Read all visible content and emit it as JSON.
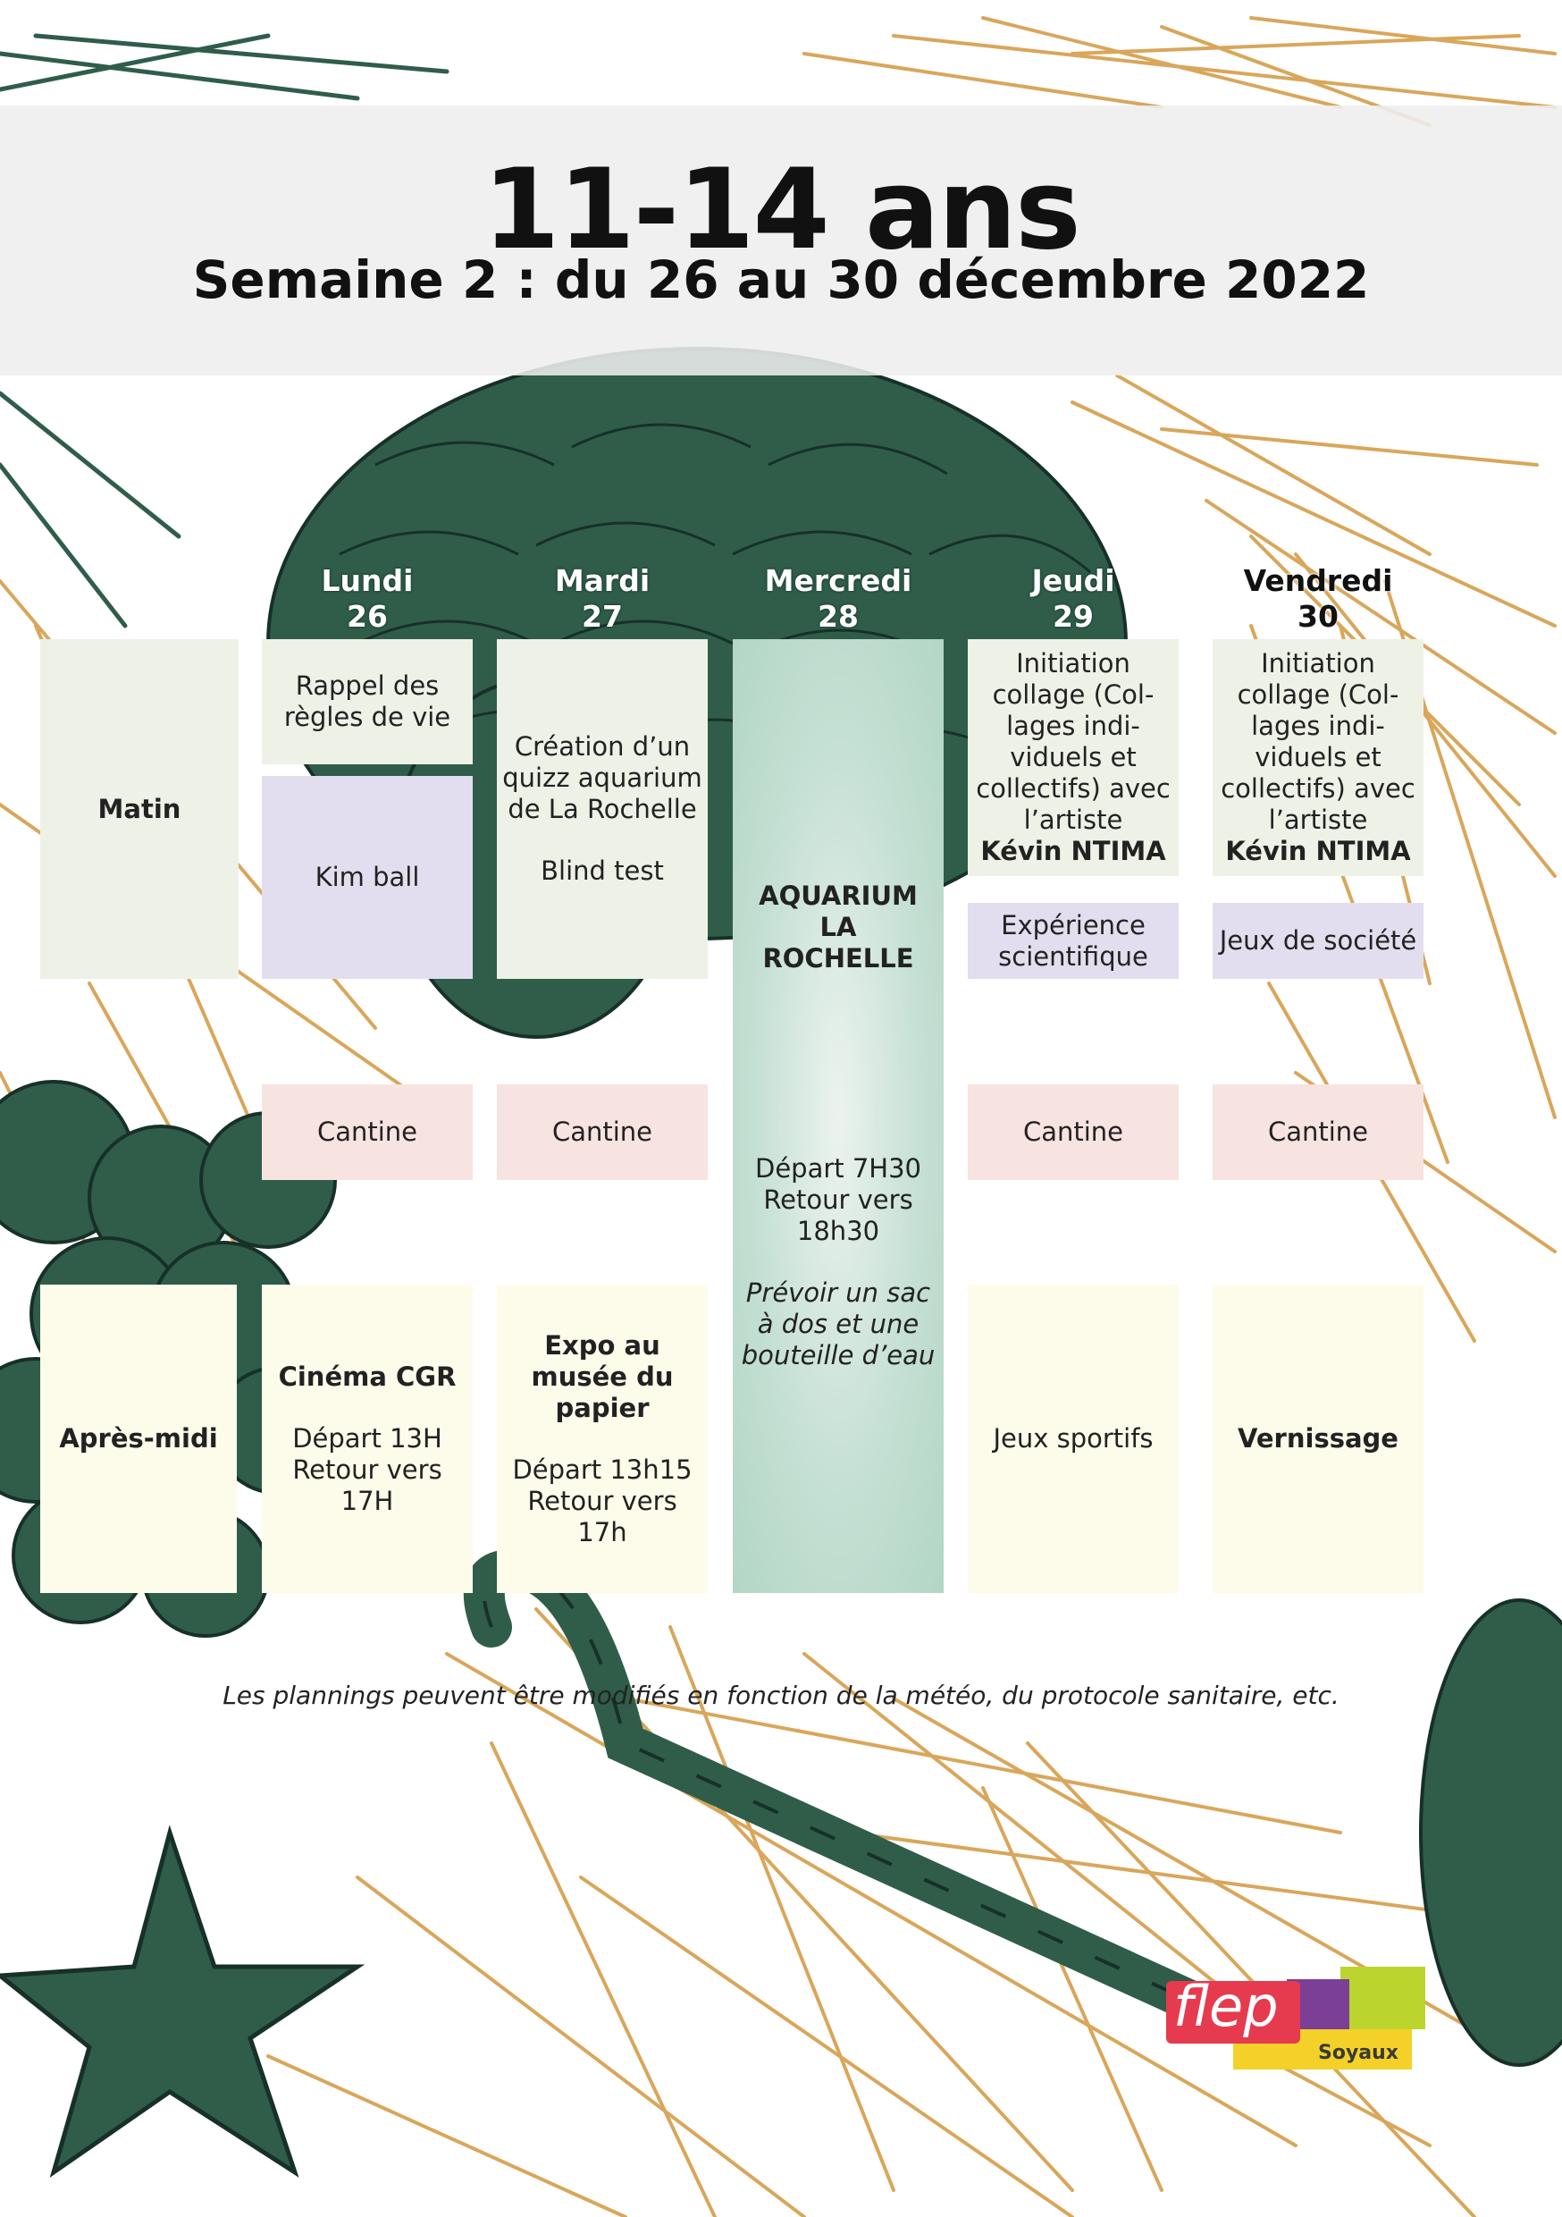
{
  "header": {
    "title": "11-14 ans",
    "subtitle": "Semaine 2 : du 26 au 30 décembre 2022"
  },
  "days": [
    {
      "name": "Lundi",
      "date": "26"
    },
    {
      "name": "Mardi",
      "date": "27"
    },
    {
      "name": "Mercredi",
      "date": "28"
    },
    {
      "name": "Jeudi",
      "date": "29"
    },
    {
      "name": "Vendredi",
      "date": "30"
    }
  ],
  "rows": {
    "matin": "Matin",
    "apres_midi": "Après-midi"
  },
  "lundi": {
    "matin_1": "Rappel des règles de vie",
    "matin_2": "Kim ball",
    "cantine": "Cantine",
    "pm_title": "Cinéma CGR",
    "pm_depart": "Départ 13H",
    "pm_retour": "Retour vers 17H"
  },
  "mardi": {
    "matin_line1": "Création d’un quizz aquarium de La Rochelle",
    "matin_line2": "Blind test",
    "cantine": "Cantine",
    "pm_title": "Expo au musée du papier",
    "pm_depart": "Départ 13h15",
    "pm_retour": "Retour vers 17h"
  },
  "mercredi": {
    "title": "AQUARIUM LA ROCHELLE",
    "depart": "Départ 7H30",
    "retour": "Retour vers 18h30",
    "note": "Prévoir un sac à dos et une bouteille d’eau"
  },
  "jeudi": {
    "matin_1": "Initiation collage (Col-lages indi-viduels et collectifs) avec l’artiste",
    "matin_1_artist": "Kévin NTIMA",
    "matin_2": "Expérience scientifique",
    "cantine": "Cantine",
    "pm": "Jeux sportifs"
  },
  "vendredi": {
    "matin_1": "Initiation collage (Col-lages indi-viduels et collectifs) avec l’artiste",
    "matin_1_artist": "Kévin NTIMA",
    "matin_2": "Jeux de société",
    "cantine": "Cantine",
    "pm": "Vernissage"
  },
  "footer_note": "Les plannings peuvent être modifiés en fonction de la météo, du protocole sanitaire, etc.",
  "logo": {
    "brand": "flep",
    "city": "Soyaux"
  },
  "colors": {
    "pine_green": "#2f5d4a",
    "needle_gold": "#d9a65a",
    "morning_cell": "#eef1e6",
    "afternoon_cell": "#fdfbea",
    "lavender_cell": "#e2deef",
    "pink_cell": "#f7e3df",
    "aquarium_cell": "#b2d6c5",
    "logo_red": "#e63a4e",
    "logo_purple": "#7b3f98",
    "logo_green": "#bcd52e",
    "logo_yellow": "#f3d128"
  }
}
